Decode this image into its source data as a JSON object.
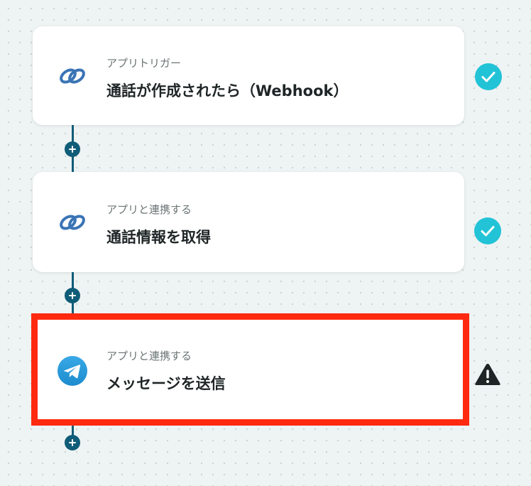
{
  "flow": {
    "steps": [
      {
        "subtitle": "アプリトリガー",
        "title": "通話が作成されたら（Webhook）",
        "app_icon": "link-icon",
        "status": "check-icon"
      },
      {
        "subtitle": "アプリと連携する",
        "title": "通話情報を取得",
        "app_icon": "link-icon",
        "status": "check-icon"
      },
      {
        "subtitle": "アプリと連携する",
        "title": "メッセージを送信",
        "app_icon": "telegram-icon",
        "status": "warning-icon"
      }
    ]
  },
  "colors": {
    "highlight_border": "#ff2a0f",
    "connector": "#0e5c78",
    "check": "#22c3d6",
    "warning": "#1f2526",
    "background": "#eef3f3"
  }
}
